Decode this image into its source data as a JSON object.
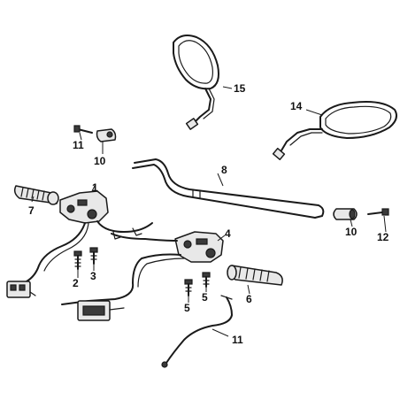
{
  "diagram": {
    "callouts": [
      {
        "id": "c1",
        "text": "1"
      },
      {
        "id": "c2",
        "text": "2"
      },
      {
        "id": "c3",
        "text": "3"
      },
      {
        "id": "c4",
        "text": "4"
      },
      {
        "id": "c5a",
        "text": "5"
      },
      {
        "id": "c5b",
        "text": "5"
      },
      {
        "id": "c6",
        "text": "6"
      },
      {
        "id": "c7",
        "text": "7"
      },
      {
        "id": "c8",
        "text": "8"
      },
      {
        "id": "c10a",
        "text": "10"
      },
      {
        "id": "c10b",
        "text": "10"
      },
      {
        "id": "c11a",
        "text": "11"
      },
      {
        "id": "c11b",
        "text": "11"
      },
      {
        "id": "c12",
        "text": "12"
      },
      {
        "id": "c14",
        "text": "14"
      },
      {
        "id": "c15",
        "text": "15"
      }
    ]
  }
}
